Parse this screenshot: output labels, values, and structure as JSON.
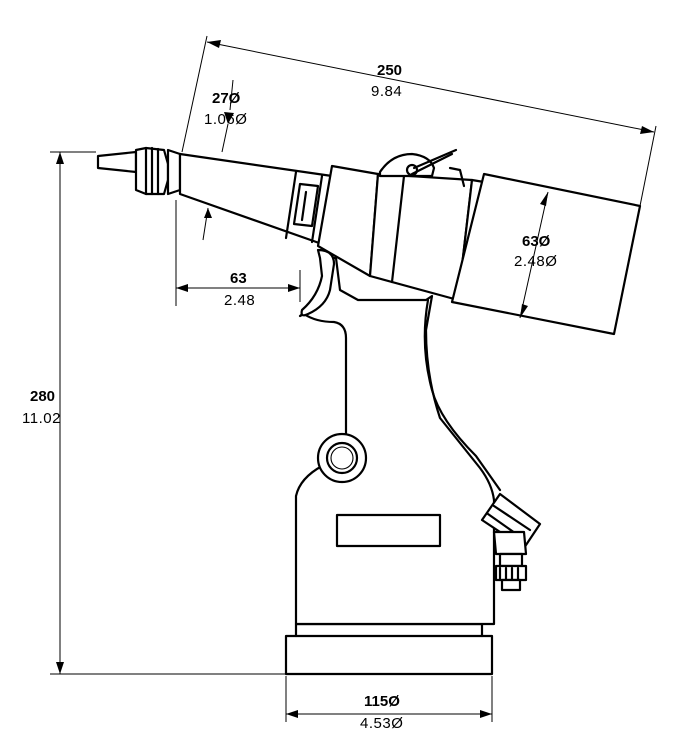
{
  "dimensions": {
    "overall_length": {
      "mm": "250",
      "inch": "9.84"
    },
    "nose_diameter": {
      "mm": "27Ø",
      "inch": "1.06Ø"
    },
    "cylinder_diameter": {
      "mm": "63Ø",
      "inch": "2.48Ø"
    },
    "nose_to_trigger": {
      "mm": "63",
      "inch": "2.48"
    },
    "overall_height": {
      "mm": "280",
      "inch": "11.02"
    },
    "base_diameter": {
      "mm": "115Ø",
      "inch": "4.53Ø"
    }
  }
}
